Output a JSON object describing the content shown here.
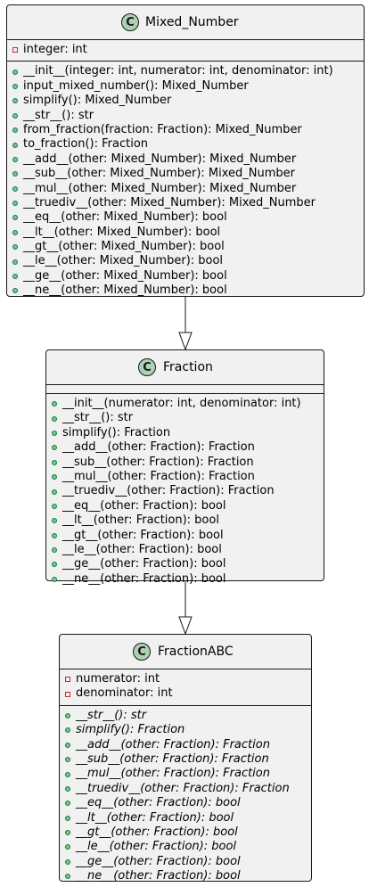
{
  "classes": [
    {
      "name": "Mixed_Number",
      "badge": "C",
      "attributes": [
        {
          "vis": "private",
          "text": "integer: int"
        }
      ],
      "methods": [
        "__init__(integer: int, numerator: int, denominator: int)",
        "input_mixed_number(): Mixed_Number",
        "simplify(): Mixed_Number",
        "__str__(): str",
        "from_fraction(fraction: Fraction): Mixed_Number",
        "to_fraction(): Fraction",
        "__add__(other: Mixed_Number): Mixed_Number",
        "__sub__(other: Mixed_Number): Mixed_Number",
        "__mul__(other: Mixed_Number): Mixed_Number",
        "__truediv__(other: Mixed_Number): Mixed_Number",
        "__eq__(other: Mixed_Number): bool",
        "__lt__(other: Mixed_Number): bool",
        "__gt__(other: Mixed_Number): bool",
        "__le__(other: Mixed_Number): bool",
        "__ge__(other: Mixed_Number): bool",
        "__ne__(other: Mixed_Number): bool"
      ],
      "abstract_methods": false
    },
    {
      "name": "Fraction",
      "badge": "C",
      "attributes": [],
      "methods": [
        "__init__(numerator: int, denominator: int)",
        "__str__(): str",
        "simplify(): Fraction",
        "__add__(other: Fraction): Fraction",
        "__sub__(other: Fraction): Fraction",
        "__mul__(other: Fraction): Fraction",
        "__truediv__(other: Fraction): Fraction",
        "__eq__(other: Fraction): bool",
        "__lt__(other: Fraction): bool",
        "__gt__(other: Fraction): bool",
        "__le__(other: Fraction): bool",
        "__ge__(other: Fraction): bool",
        "__ne__(other: Fraction): bool"
      ],
      "abstract_methods": false
    },
    {
      "name": "FractionABC",
      "badge": "C",
      "attributes": [
        {
          "vis": "private",
          "text": "numerator: int"
        },
        {
          "vis": "private",
          "text": "denominator: int"
        }
      ],
      "methods": [
        "__str__(): str",
        "simplify(): Fraction",
        "__add__(other: Fraction): Fraction",
        "__sub__(other: Fraction): Fraction",
        "__mul__(other: Fraction): Fraction",
        "__truediv__(other: Fraction): Fraction",
        "__eq__(other: Fraction): bool",
        "__lt__(other: Fraction): bool",
        "__gt__(other: Fraction): bool",
        "__le__(other: Fraction): bool",
        "__ge__(other: Fraction): bool",
        "__ne__(other: Fraction): bool"
      ],
      "abstract_methods": true
    }
  ],
  "relations": [
    {
      "from": "Mixed_Number",
      "to": "Fraction",
      "type": "inheritance"
    },
    {
      "from": "Fraction",
      "to": "FractionABC",
      "type": "inheritance"
    }
  ],
  "colors": {
    "class_fill": "#f1f1f1",
    "border": "#181818",
    "badge_fill": "#add1b2",
    "public_marker": "#84be84",
    "private_marker": "#c82930"
  }
}
